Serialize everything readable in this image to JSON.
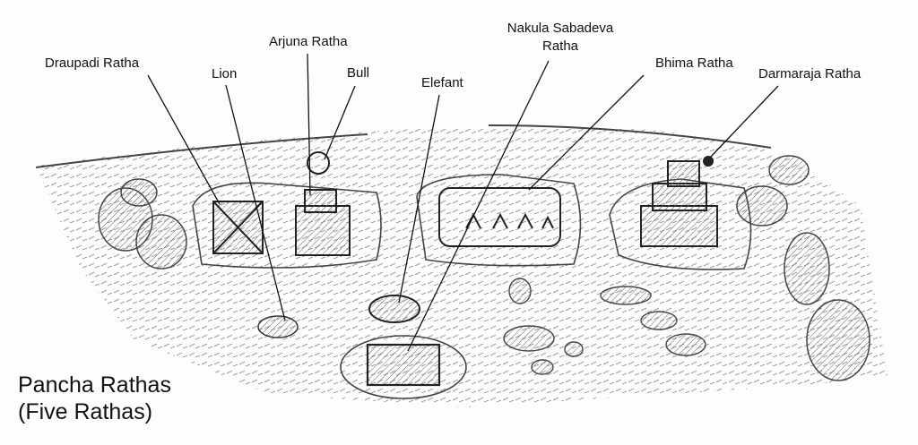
{
  "title": {
    "line1": "Pancha Rathas",
    "line2": "(Five Rathas)"
  },
  "labels": {
    "draupadi": "Draupadi Ratha",
    "lion": "Lion",
    "arjuna": "Arjuna Ratha",
    "bull": "Bull",
    "elefant": "Elefant",
    "nakula_line1": "Nakula Sabadeva",
    "nakula_line2": "Ratha",
    "bhima": "Bhima Ratha",
    "darmaraja": "Darmaraja Ratha"
  },
  "colors": {
    "ink": "#222222",
    "pencil": "#555555",
    "paper": "#fdfdfd"
  }
}
